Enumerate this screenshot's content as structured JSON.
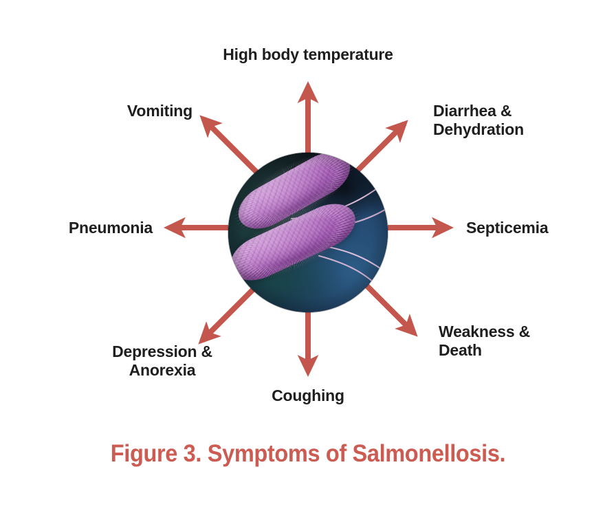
{
  "figure": {
    "caption": "Figure 3. Symptoms of Salmonellosis.",
    "caption_color": "#cc5b52",
    "arrow_color": "#c4574d",
    "label_color": "#1e1e1e",
    "background_color": "#ffffff",
    "center_image": {
      "alt": "Electron micrograph of Salmonella bacteria",
      "shape": "circle",
      "background_colors": [
        "#0a1117",
        "#16314a",
        "#1b2f50",
        "#1e4040"
      ],
      "bacteria_color": "#a963b8",
      "flagella_color": "#e3b7d9"
    },
    "symptoms": [
      {
        "id": "high-body-temperature",
        "label": "High body temperature",
        "direction": "up",
        "angle_deg": 270
      },
      {
        "id": "diarrhea-dehydration",
        "label": "Diarrhea &\nDehydration",
        "direction": "up-right",
        "angle_deg": 315
      },
      {
        "id": "septicemia",
        "label": "Septicemia",
        "direction": "right",
        "angle_deg": 0
      },
      {
        "id": "weakness-death",
        "label": "Weakness &\nDeath",
        "direction": "down-right",
        "angle_deg": 45
      },
      {
        "id": "coughing",
        "label": "Coughing",
        "direction": "down",
        "angle_deg": 90
      },
      {
        "id": "depression-anorexia",
        "label": "Depression &\nAnorexia",
        "direction": "down-left",
        "angle_deg": 135
      },
      {
        "id": "pneumonia",
        "label": "Pneumonia",
        "direction": "left",
        "angle_deg": 180
      },
      {
        "id": "vomiting",
        "label": "Vomiting",
        "direction": "up-left",
        "angle_deg": 225
      }
    ]
  }
}
